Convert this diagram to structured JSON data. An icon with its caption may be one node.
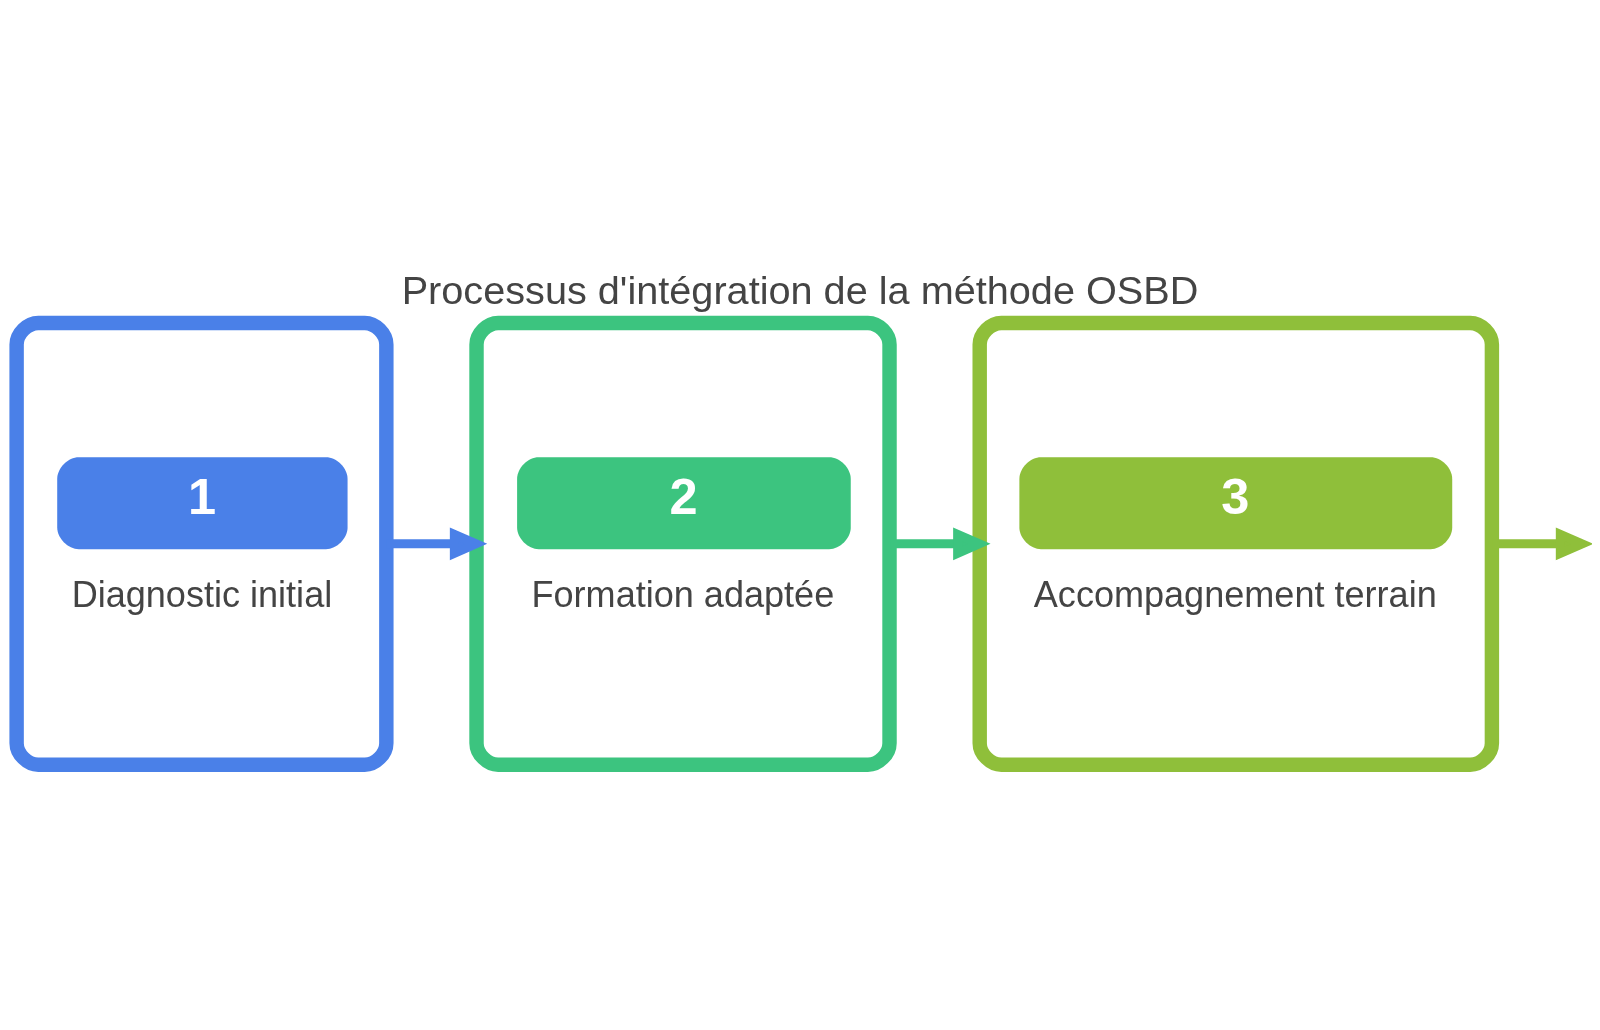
{
  "diagram": {
    "title": "Processus d'intégration de la méthode OSBD",
    "nodes": [
      {
        "text": [
          "1",
          "Diagnostic initial"
        ]
      },
      {
        "text": [
          "2",
          "Formation adaptée"
        ]
      },
      {
        "text": [
          "3",
          "Accompagnement terrain"
        ]
      }
    ],
    "edges": [
      {
        "from": 0,
        "to": 1,
        "arrow": "to",
        "color": "#4a80e8"
      },
      {
        "from": 1,
        "to": 2,
        "arrow": "to",
        "color": "#3cc47f"
      },
      {
        "from": 2,
        "to": null,
        "arrow": "to",
        "color": "#8fbf3a"
      }
    ]
  }
}
